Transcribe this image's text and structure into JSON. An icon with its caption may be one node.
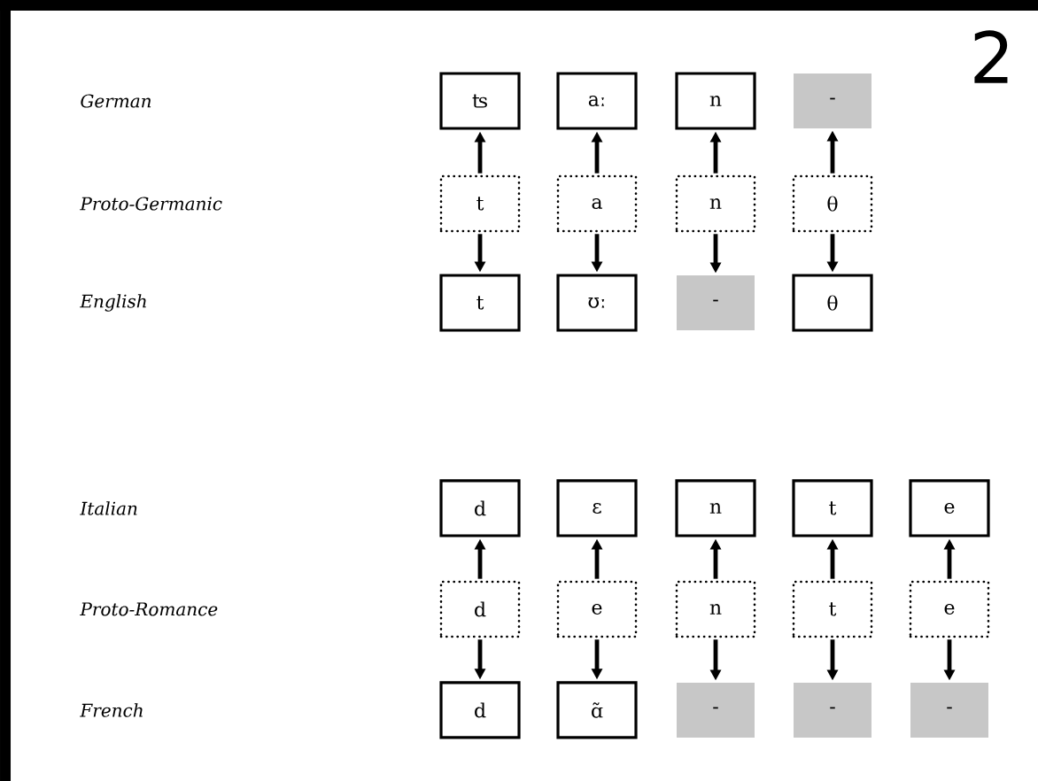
{
  "diagram": {
    "nodes": [
      {
        "text": [
          "ʦ"
        ]
      },
      {
        "text": [
          "aː"
        ]
      },
      {
        "text": [
          "n"
        ]
      },
      {
        "text": [
          "-"
        ]
      },
      {
        "text": [
          "t"
        ]
      },
      {
        "text": [
          "a"
        ]
      },
      {
        "text": [
          "n"
        ]
      },
      {
        "text": [
          "θ"
        ]
      },
      {
        "text": [
          "t"
        ]
      },
      {
        "text": [
          "ʊː"
        ]
      },
      {
        "text": [
          "-"
        ]
      },
      {
        "text": [
          "θ"
        ]
      },
      {
        "text": [
          "d"
        ]
      },
      {
        "text": [
          "ɛ"
        ]
      },
      {
        "text": [
          "n"
        ]
      },
      {
        "text": [
          "t"
        ]
      },
      {
        "text": [
          "e"
        ]
      },
      {
        "text": [
          "d"
        ]
      },
      {
        "text": [
          "e"
        ]
      },
      {
        "text": [
          "n"
        ]
      },
      {
        "text": [
          "t"
        ]
      },
      {
        "text": [
          "e"
        ]
      },
      {
        "text": [
          "d"
        ]
      },
      {
        "text": [
          "ɑ̃"
        ]
      },
      {
        "text": [
          "-"
        ]
      },
      {
        "text": [
          "-"
        ]
      },
      {
        "text": [
          "-"
        ]
      }
    ],
    "edges": [
      {
        "from": 4,
        "to": 0,
        "arrow": "to"
      },
      {
        "from": 4,
        "to": 8,
        "arrow": "to"
      },
      {
        "from": 5,
        "to": 1,
        "arrow": "to"
      },
      {
        "from": 5,
        "to": 9,
        "arrow": "to"
      },
      {
        "from": 6,
        "to": 2,
        "arrow": "to"
      },
      {
        "from": 6,
        "to": 10,
        "arrow": "to"
      },
      {
        "from": 7,
        "to": 3,
        "arrow": "to"
      },
      {
        "from": 7,
        "to": 11,
        "arrow": "to"
      },
      {
        "from": 17,
        "to": 12,
        "arrow": "to"
      },
      {
        "from": 17,
        "to": 22,
        "arrow": "to"
      },
      {
        "from": 18,
        "to": 13,
        "arrow": "to"
      },
      {
        "from": 18,
        "to": 23,
        "arrow": "to"
      },
      {
        "from": 19,
        "to": 14,
        "arrow": "to"
      },
      {
        "from": 19,
        "to": 24,
        "arrow": "to"
      },
      {
        "from": 20,
        "to": 15,
        "arrow": "to"
      },
      {
        "from": 20,
        "to": 25,
        "arrow": "to"
      },
      {
        "from": 21,
        "to": 16,
        "arrow": "to"
      },
      {
        "from": 21,
        "to": 26,
        "arrow": "to"
      }
    ],
    "labels": [
      "German",
      "2",
      "Proto-Germanic",
      "English",
      "Italian",
      "Proto-Romance",
      "French"
    ]
  }
}
